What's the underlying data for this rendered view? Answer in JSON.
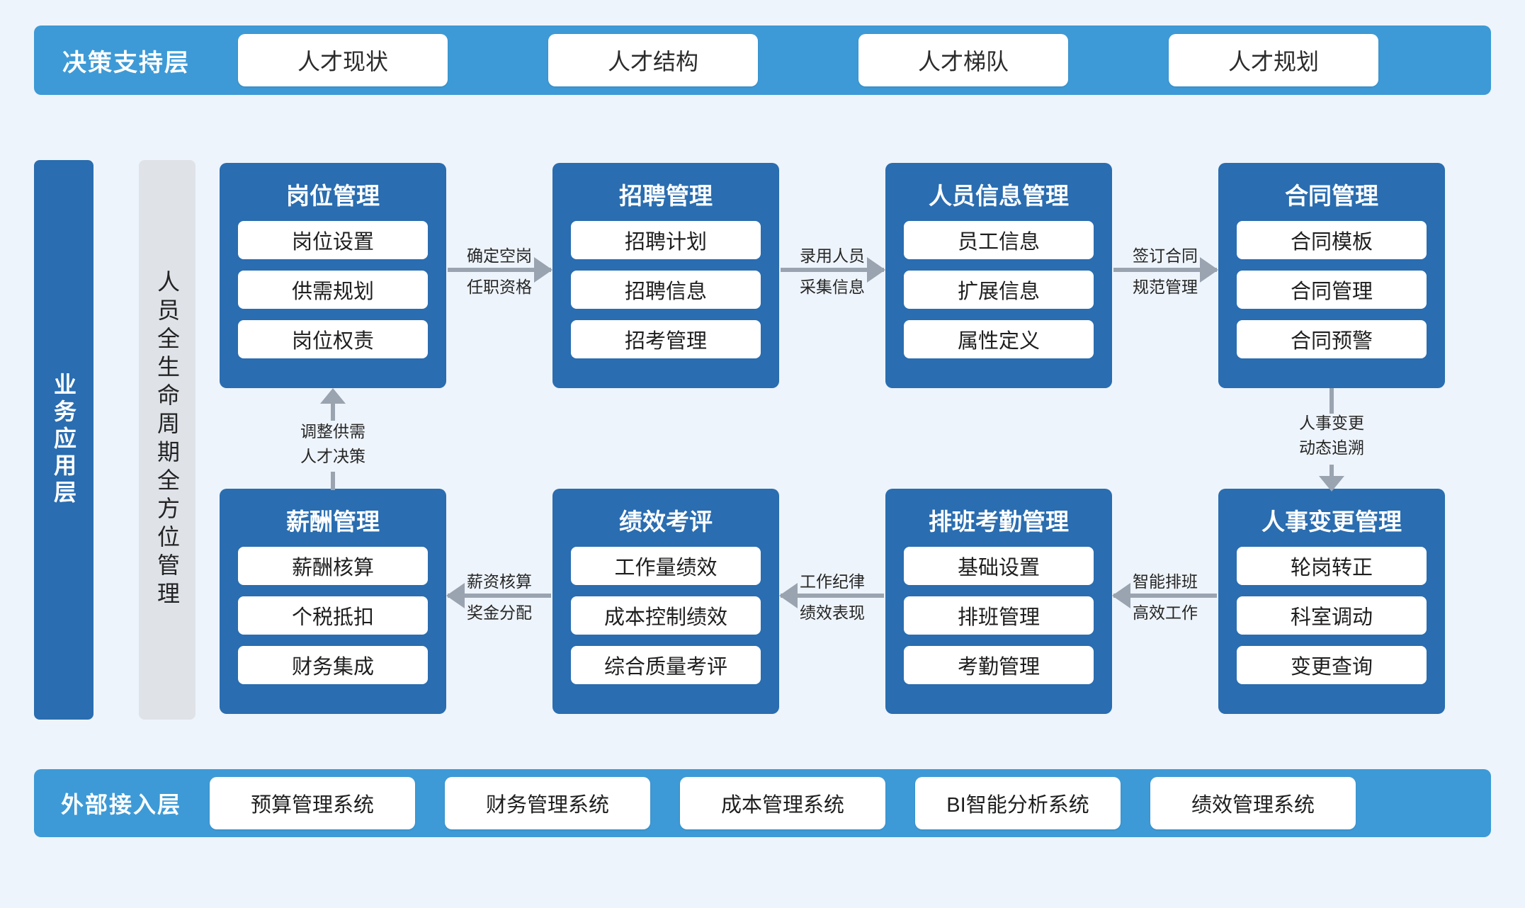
{
  "decision_layer": {
    "title": "决策支持层",
    "chips": [
      {
        "label": "人才现状"
      },
      {
        "label": "人才结构"
      },
      {
        "label": "人才梯队"
      },
      {
        "label": "人才规划"
      }
    ]
  },
  "business_layer": {
    "layer_label": "业务应用层",
    "lifecycle_label": "人员全生命周期全方位管理",
    "modules": [
      {
        "title": "岗位管理",
        "items": [
          "岗位设置",
          "供需规划",
          "岗位权责"
        ]
      },
      {
        "title": "招聘管理",
        "items": [
          "招聘计划",
          "招聘信息",
          "招考管理"
        ]
      },
      {
        "title": "人员信息管理",
        "items": [
          "员工信息",
          "扩展信息",
          "属性定义"
        ]
      },
      {
        "title": "合同管理",
        "items": [
          "合同模板",
          "合同管理",
          "合同预警"
        ]
      },
      {
        "title": "人事变更管理",
        "items": [
          "轮岗转正",
          "科室调动",
          "变更查询"
        ]
      },
      {
        "title": "排班考勤管理",
        "items": [
          "基础设置",
          "排班管理",
          "考勤管理"
        ]
      },
      {
        "title": "绩效考评",
        "items": [
          "工作量绩效",
          "成本控制绩效",
          "综合质量考评"
        ]
      },
      {
        "title": "薪酬管理",
        "items": [
          "薪酬核算",
          "个税抵扣",
          "财务集成"
        ]
      }
    ],
    "connectors": [
      {
        "line1": "确定空岗",
        "line2": "任职资格",
        "direction": "right"
      },
      {
        "line1": "录用人员",
        "line2": "采集信息",
        "direction": "right"
      },
      {
        "line1": "签订合同",
        "line2": "规范管理",
        "direction": "right"
      },
      {
        "line1": "人事变更",
        "line2": "动态追溯",
        "direction": "down"
      },
      {
        "line1": "智能排班",
        "line2": "高效工作",
        "direction": "left"
      },
      {
        "line1": "工作纪律",
        "line2": "绩效表现",
        "direction": "left"
      },
      {
        "line1": "薪资核算",
        "line2": "奖金分配",
        "direction": "left"
      },
      {
        "line1": "调整供需",
        "line2": "人才决策",
        "direction": "up"
      }
    ]
  },
  "external_layer": {
    "title": "外部接入层",
    "chips": [
      {
        "label": "预算管理系统"
      },
      {
        "label": "财务管理系统"
      },
      {
        "label": "成本管理系统"
      },
      {
        "label": "BI智能分析系统"
      },
      {
        "label": "绩效管理系统"
      }
    ]
  },
  "colors": {
    "page_background": "#eef4fb",
    "layer_bar": "#3d9ad6",
    "module_card": "#2a6db0",
    "lifecycle_band": "#dfe3e8",
    "connector": "#9aa4b0",
    "chip_background": "#ffffff"
  }
}
